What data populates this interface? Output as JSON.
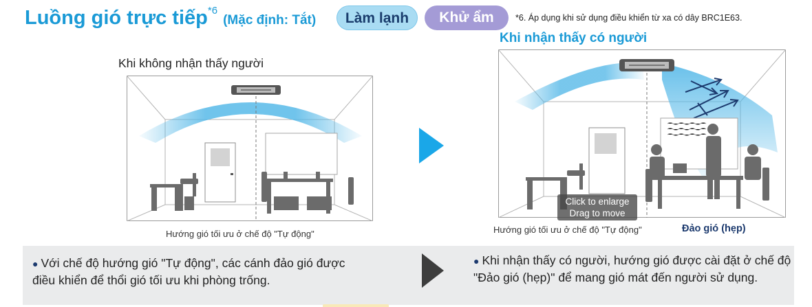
{
  "header": {
    "title": "Luồng gió trực tiếp",
    "title_sup": "*6",
    "title_default": "(Mặc định: Tắt)",
    "mode_cool_label": "Làm lạnh",
    "mode_dry_label": "Khử ẩm",
    "footnote": "*6. Áp dụng khi sử dụng điều khiển từ xa có dây BRC1E63."
  },
  "left_panel": {
    "heading": "Khi không nhận thấy người",
    "caption": "Hướng gió tối ưu ở chế độ \"Tự động\"",
    "note": "Với chế độ hướng gió \"Tự động\", các cánh đảo gió được điều khiển để thổi gió tối ưu khi phòng trống."
  },
  "right_panel": {
    "heading": "Khi nhận thấy có người",
    "caption": "Hướng gió tối ưu ở chế độ \"Tự động\"",
    "swing_label": "Đảo gió (hẹp)",
    "note": "Khi nhận thấy có người, hướng gió được cài đặt ở chế độ \"Đảo gió (hẹp)\" để mang gió mát đến người sử dụng."
  },
  "viewer_overlay": {
    "line1": "Click to enlarge",
    "line2": "Drag to move"
  },
  "icons": {
    "bullet": "●",
    "transition_arrow": "play-triangle-icon"
  },
  "colors": {
    "title_blue": "#1a9ad6",
    "cool_pill": "#a9dcf3",
    "dry_pill": "#a49bd6",
    "airflow": "#57b9e8",
    "band_gray": "#eaebec",
    "dark_navy": "#1c3a6e"
  }
}
